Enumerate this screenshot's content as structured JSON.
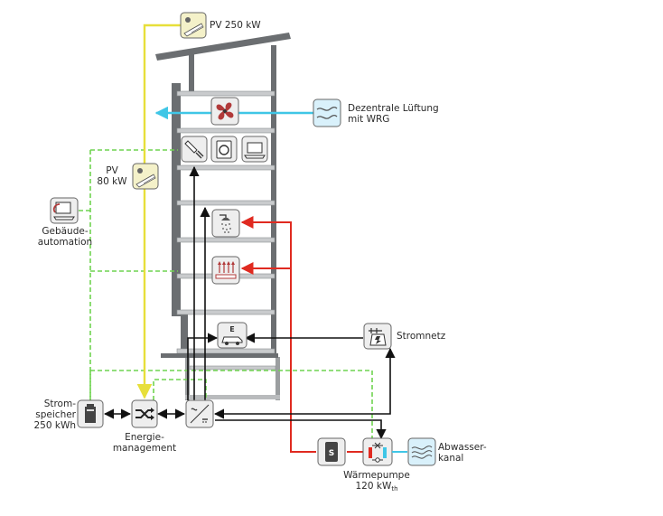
{
  "labels": {
    "pv_top": "PV 250 kW",
    "pv_small_1": "PV",
    "pv_small_2": "80 kW",
    "ventilation_1": "Dezentrale Lüftung",
    "ventilation_2": "mit WRG",
    "building_automation_1": "Gebäude-",
    "building_automation_2": "automation",
    "grid": "Stromnetz",
    "storage_1": "Strom-",
    "storage_2": "speicher",
    "storage_3": "250 kWh",
    "energy_mgmt_1": "Energie-",
    "energy_mgmt_2": "management",
    "heat_pump_1": "Wärmepumpe",
    "heat_pump_2": "120 kW",
    "heat_pump_sub": "th",
    "sewer_1": "Abwasser-",
    "sewer_2": "kanal",
    "ev_letter": "E",
    "storage_letter": "S"
  },
  "colors": {
    "building": "#6b6e71",
    "floor_fill": "#c9cbcd",
    "pv_line": "#e7df3a",
    "ventilation_line": "#3fc6e6",
    "control_line": "#6fd450",
    "heat_line": "#e02a20",
    "power_line": "#111111",
    "icon_border": "#666666"
  },
  "icons": [
    "pv-panel-icon",
    "fan-icon",
    "ventilation-wrg-icon",
    "light-bulb-icon",
    "washing-machine-icon",
    "laptop-icon",
    "shower-icon",
    "floor-heating-icon",
    "ev-charging-icon",
    "grid-connection-icon",
    "building-automation-icon",
    "battery-icon",
    "energy-management-icon",
    "inverter-icon",
    "heat-storage-icon",
    "heat-pump-icon",
    "wastewater-icon"
  ]
}
